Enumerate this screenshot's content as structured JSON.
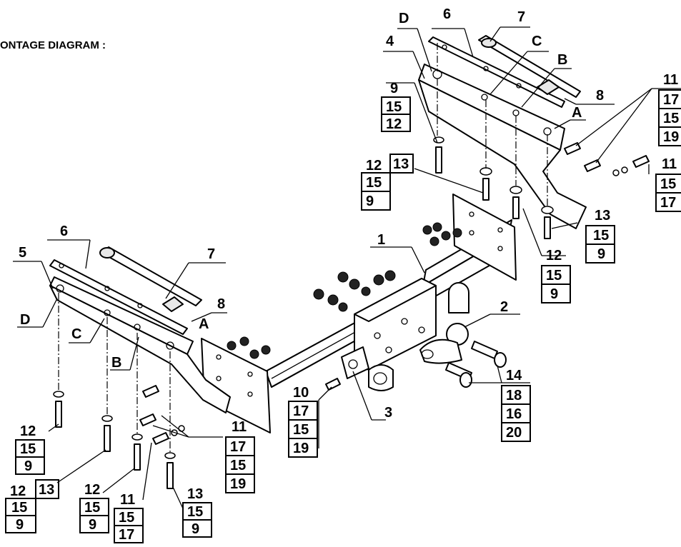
{
  "title": "ONTAGE DIAGRAM :",
  "parts": {
    "p1": "1",
    "p2": "2",
    "p3": "3",
    "p4": "4",
    "p5": "5",
    "p6": "6",
    "p7": "7",
    "p8": "8",
    "p9": "9",
    "p10": "10",
    "p11": "11",
    "p12": "12",
    "p13": "13",
    "p14": "14",
    "p15": "15",
    "p16": "16",
    "p17": "17",
    "p18": "18",
    "p19": "19",
    "p20": "20"
  },
  "points": {
    "A": "A",
    "B": "B",
    "C": "C",
    "D": "D"
  }
}
